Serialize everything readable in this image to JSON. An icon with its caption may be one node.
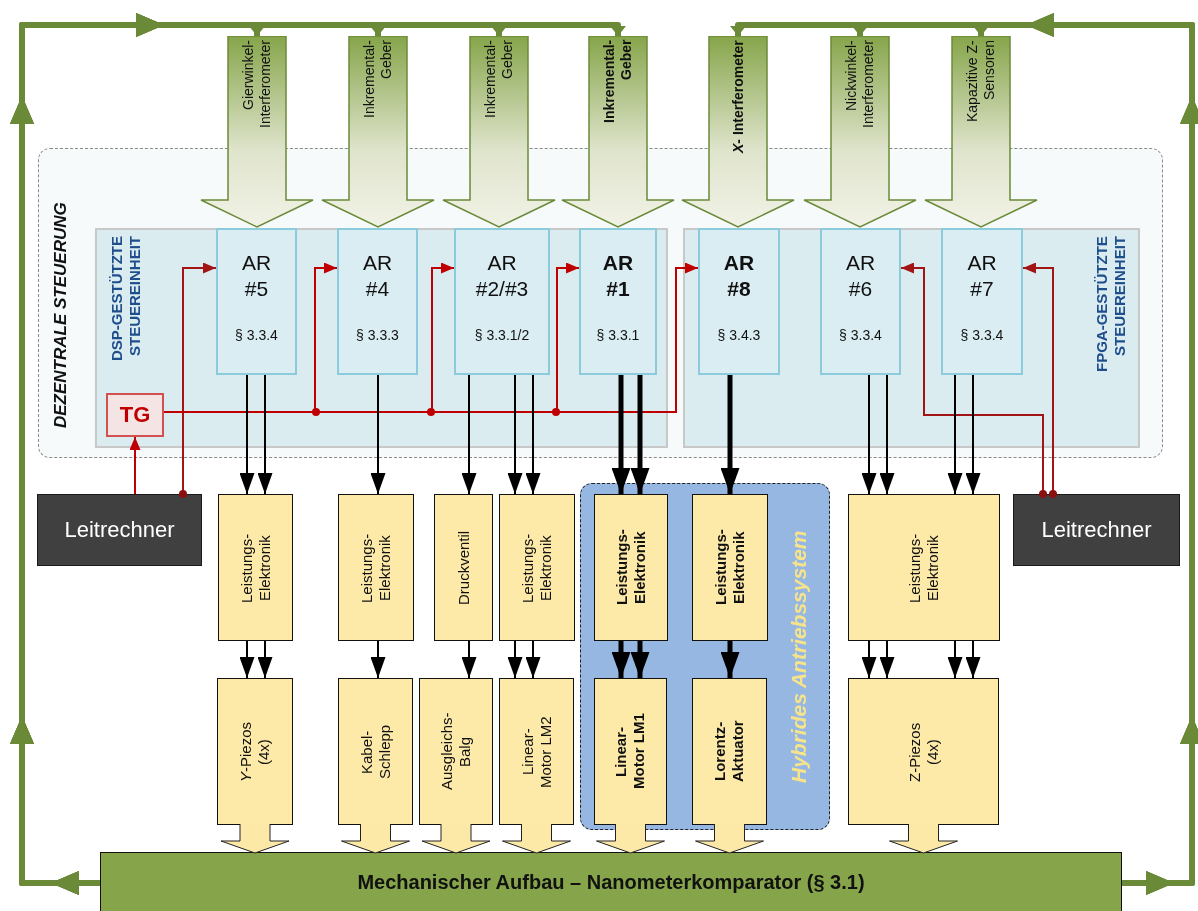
{
  "diagram": {
    "nodes": [
      {
        "text": [
          "Gierwinkel- Interferometer"
        ]
      },
      {
        "text": [
          "Inkremental- Geber"
        ]
      },
      {
        "text": [
          "Inkremental- Geber"
        ]
      },
      {
        "text": [
          "Inkremental- Geber"
        ]
      },
      {
        "text": [
          "*X*- Interferometer"
        ]
      },
      {
        "text": [
          "Nickwinkel- Interferometer"
        ]
      },
      {
        "text": [
          "Kapazitive Z-Sensoren"
        ]
      },
      {
        "text": [
          "DEZENTRALE STEUERUNG"
        ]
      },
      {
        "text": [
          "DSP-GESTÜTZTE STEUEREINHEIT"
        ],
        "in": 7
      },
      {
        "text": [
          "AR #5",
          "§ 3.3.4"
        ],
        "in": 8
      },
      {
        "text": [
          "AR #4",
          "§ 3.3.3"
        ],
        "in": 8
      },
      {
        "text": [
          "AR #2/#3",
          "§ 3.3.1/2"
        ],
        "in": 8
      },
      {
        "text": [
          "AR #1",
          "§ 3.3.1"
        ],
        "in": 8
      },
      {
        "text": [
          "TG"
        ],
        "in": 8
      },
      {
        "text": [
          "FPGA-GESTÜTZTE STEUEREINHEIT"
        ],
        "in": 7
      },
      {
        "text": [
          "AR #8",
          "§ 3.4.3"
        ],
        "in": 14
      },
      {
        "text": [
          "AR #6",
          "§ 3.3.4"
        ],
        "in": 14
      },
      {
        "text": [
          "AR #7",
          "§ 3.3.4"
        ],
        "in": 14
      },
      {
        "text": [
          "Leitrechner"
        ]
      },
      {
        "text": [
          "Leistungs- Elektronik"
        ]
      },
      {
        "text": [
          "Leistungs- Elektronik"
        ]
      },
      {
        "text": [
          "Druckventil"
        ]
      },
      {
        "text": [
          "Leistungs- Elektronik"
        ]
      },
      {
        "text": [
          "Hybrides Antriebssystem"
        ]
      },
      {
        "text": [
          "Leistungs- Elektronik"
        ],
        "in": 23
      },
      {
        "text": [
          "Leistungs- Elektronik"
        ],
        "in": 23
      },
      {
        "text": [
          "Leistungs- Elektronik"
        ]
      },
      {
        "text": [
          "Leitrechner"
        ]
      },
      {
        "text": [
          "*Y*-Piezos (4x)"
        ]
      },
      {
        "text": [
          "Kabel- Schlepp"
        ]
      },
      {
        "text": [
          "Ausgleichs- Balg"
        ]
      },
      {
        "text": [
          "Linear- Motor LM2"
        ]
      },
      {
        "text": [
          "Linear- Motor LM1"
        ],
        "in": 23
      },
      {
        "text": [
          "Lorentz- Aktuator"
        ],
        "in": 23
      },
      {
        "text": [
          "Z-Piezos (4x)"
        ]
      },
      {
        "text": [
          "Mechanischer Aufbau – Nanometerkomparator (§ 3.1)"
        ]
      }
    ],
    "edges": [
      {
        "from": 35,
        "to": 0,
        "arrow": "to",
        "style": "thick",
        "color": "#6b8a38"
      },
      {
        "from": 35,
        "to": 1,
        "arrow": "to",
        "style": "thick",
        "color": "#6b8a38"
      },
      {
        "from": 35,
        "to": 2,
        "arrow": "to",
        "style": "thick",
        "color": "#6b8a38"
      },
      {
        "from": 35,
        "to": 3,
        "arrow": "to",
        "style": "thick",
        "color": "#6b8a38"
      },
      {
        "from": 35,
        "to": 4,
        "arrow": "to",
        "style": "thick",
        "color": "#6b8a38"
      },
      {
        "from": 35,
        "to": 5,
        "arrow": "to",
        "style": "thick",
        "color": "#6b8a38"
      },
      {
        "from": 35,
        "to": 6,
        "arrow": "to",
        "style": "thick",
        "color": "#6b8a38"
      },
      {
        "from": 18,
        "to": 13,
        "arrow": "to",
        "color": "#c00000"
      },
      {
        "from": 18,
        "to": 9,
        "arrow": "to",
        "color": "#a31515"
      },
      {
        "from": 13,
        "to": 10,
        "arrow": "to",
        "color": "#c00000"
      },
      {
        "from": 13,
        "to": 11,
        "arrow": "to",
        "color": "#c00000"
      },
      {
        "from": 13,
        "to": 12,
        "arrow": "to",
        "color": "#c00000"
      },
      {
        "from": 13,
        "to": 15,
        "arrow": "to",
        "color": "#c00000"
      },
      {
        "from": 27,
        "to": 16,
        "arrow": "to",
        "color": "#a31515"
      },
      {
        "from": 27,
        "to": 17,
        "arrow": "to",
        "color": "#a31515"
      },
      {
        "from": 9,
        "to": 19,
        "arrow": "to"
      },
      {
        "from": 9,
        "to": 19,
        "arrow": "to"
      },
      {
        "from": 10,
        "to": 20,
        "arrow": "to"
      },
      {
        "from": 11,
        "to": 21,
        "arrow": "to"
      },
      {
        "from": 11,
        "to": 22,
        "arrow": "to"
      },
      {
        "from": 11,
        "to": 22,
        "arrow": "to"
      },
      {
        "from": 12,
        "to": 24,
        "arrow": "to",
        "style": "thick"
      },
      {
        "from": 12,
        "to": 24,
        "arrow": "to",
        "style": "thick"
      },
      {
        "from": 15,
        "to": 25,
        "arrow": "to",
        "style": "thick"
      },
      {
        "from": 16,
        "to": 26,
        "arrow": "to"
      },
      {
        "from": 16,
        "to": 26,
        "arrow": "to"
      },
      {
        "from": 17,
        "to": 26,
        "arrow": "to"
      },
      {
        "from": 17,
        "to": 26,
        "arrow": "to"
      },
      {
        "from": 19,
        "to": 28,
        "arrow": "to"
      },
      {
        "from": 19,
        "to": 28,
        "arrow": "to"
      },
      {
        "from": 20,
        "to": 29,
        "arrow": "to"
      },
      {
        "from": 21,
        "to": 30,
        "arrow": "to"
      },
      {
        "from": 22,
        "to": 31,
        "arrow": "to"
      },
      {
        "from": 22,
        "to": 31,
        "arrow": "to"
      },
      {
        "from": 24,
        "to": 32,
        "arrow": "to",
        "style": "thick"
      },
      {
        "from": 24,
        "to": 32,
        "arrow": "to",
        "style": "thick"
      },
      {
        "from": 25,
        "to": 33,
        "arrow": "to",
        "style": "thick"
      },
      {
        "from": 26,
        "to": 34,
        "arrow": "to"
      },
      {
        "from": 26,
        "to": 34,
        "arrow": "to"
      },
      {
        "from": 26,
        "to": 34,
        "arrow": "to"
      },
      {
        "from": 26,
        "to": 34,
        "arrow": "to"
      },
      {
        "from": 28,
        "to": 35,
        "arrow": "to",
        "style": "thick",
        "color": "#fce9a7"
      },
      {
        "from": 29,
        "to": 35,
        "arrow": "to",
        "style": "thick",
        "color": "#fce9a7"
      },
      {
        "from": 30,
        "to": 35,
        "arrow": "to",
        "style": "thick",
        "color": "#fce9a7"
      },
      {
        "from": 31,
        "to": 35,
        "arrow": "to",
        "style": "thick",
        "color": "#fce9a7"
      },
      {
        "from": 32,
        "to": 35,
        "arrow": "to",
        "style": "thick",
        "color": "#fce9a7"
      },
      {
        "from": 33,
        "to": 35,
        "arrow": "to",
        "style": "thick",
        "color": "#fce9a7"
      },
      {
        "from": 34,
        "to": 35,
        "arrow": "to",
        "style": "thick",
        "color": "#fce9a7"
      }
    ]
  }
}
